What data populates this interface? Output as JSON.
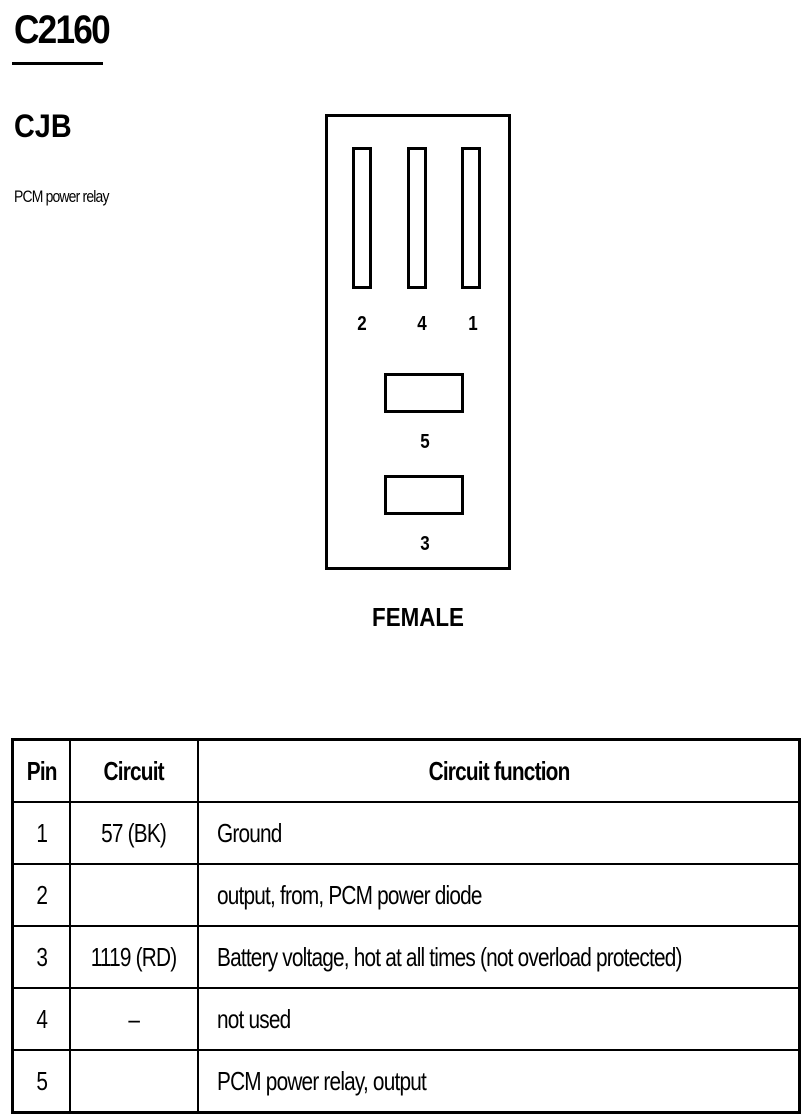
{
  "connector": {
    "id": "C2160",
    "location": "CJB",
    "description": "PCM power relay",
    "view": "FEMALE",
    "pin_labels": {
      "top_left": "2",
      "top_middle": "4",
      "top_right": "1",
      "middle": "5",
      "bottom": "3"
    }
  },
  "table": {
    "headers": {
      "pin": "Pin",
      "circuit": "Circuit",
      "function": "Circuit function"
    },
    "rows": [
      {
        "pin": "1",
        "circuit": "57 (BK)",
        "function": "Ground"
      },
      {
        "pin": "2",
        "circuit": "",
        "function": "output, from, PCM power diode"
      },
      {
        "pin": "3",
        "circuit": "1119 (RD)",
        "function": "Battery voltage, hot at all times (not overload protected)"
      },
      {
        "pin": "4",
        "circuit": "–",
        "function": "not used"
      },
      {
        "pin": "5",
        "circuit": "",
        "function": "PCM power relay, output"
      }
    ]
  }
}
